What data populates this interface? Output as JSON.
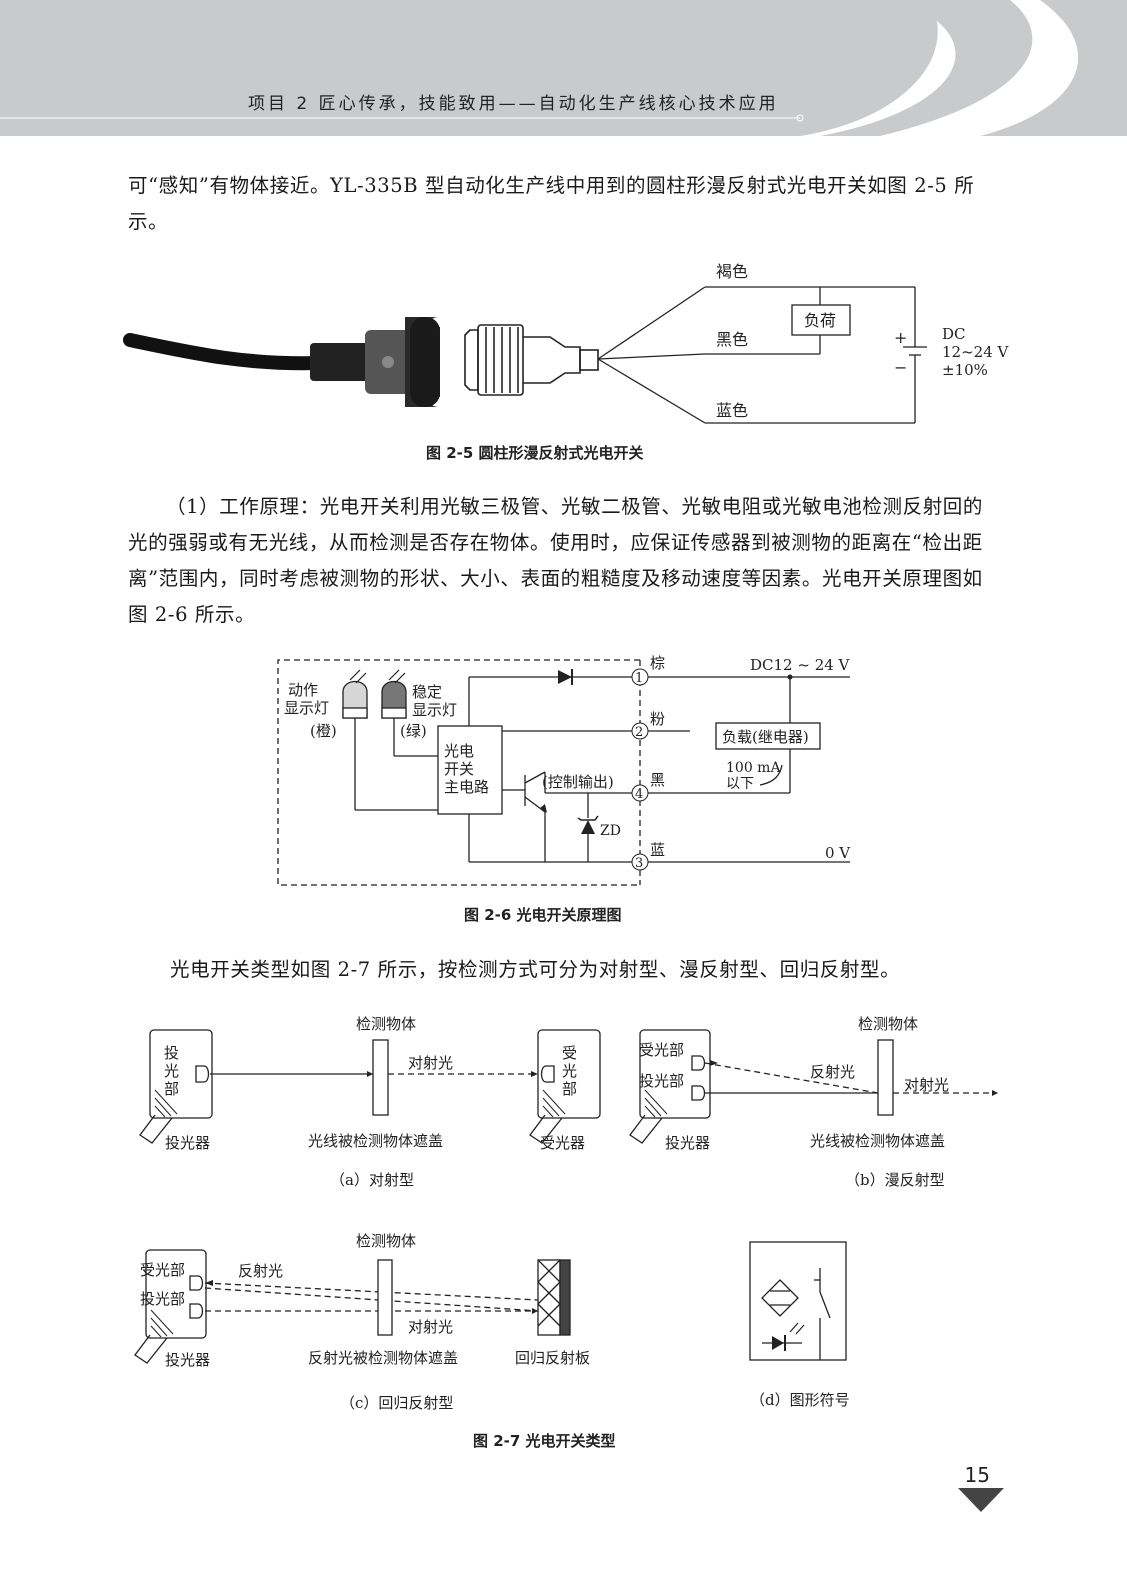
{
  "header": {
    "title": "项目 2   匠心传承，技能致用——自动化生产线核心技术应用"
  },
  "paragraphs": {
    "p1": "可“感知”有物体接近。YL-335B 型自动化生产线中用到的圆柱形漫反射式光电开关如图 2-5 所示。",
    "p2": "（1）工作原理：光电开关利用光敏三极管、光敏二极管、光敏电阻或光敏电池检测反射回的光的强弱或有无光线，从而检测是否存在物体。使用时，应保证传感器到被测物的距离在“检出距离”范围内，同时考虑被测物的形状、大小、表面的粗糙度及移动速度等因素。光电开关原理图如图 2-6 所示。",
    "p3": "光电开关类型如图 2-7 所示，按检测方式可分为对射型、漫反射型、回归反射型。"
  },
  "fig25": {
    "caption": "图 2-5    圆柱形漫反射式光电开关",
    "brown": "褐色",
    "black": "黑色",
    "blue": "蓝色",
    "load": "负荷",
    "dc": "DC",
    "dc_range": "12~24 V",
    "dc_tol": "±10%",
    "plus": "+",
    "minus": "−"
  },
  "fig26": {
    "caption": "图 2-6    光电开关原理图",
    "lamp1_a": "动作",
    "lamp1_b": "显示灯",
    "lamp1_c": "(橙)",
    "lamp2_a": "稳定",
    "lamp2_b": "显示灯",
    "lamp2_c": "(绿)",
    "main_a": "光电",
    "main_b": "开关",
    "main_c": "主电路",
    "control": "(控制输出)",
    "zd": "ZD",
    "t1": "1",
    "t2": "2",
    "t3": "3",
    "t4": "4",
    "c1": "棕",
    "c2": "粉",
    "c4": "黑",
    "c3": "蓝",
    "dc": "DC12 ~ 24 V",
    "load": "负载(继电器)",
    "current_a": "100 mA",
    "current_b": "以下",
    "zero": "0 V"
  },
  "fig27": {
    "caption": "图 2-7    光电开关类型",
    "a_title": "（a）对射型",
    "b_title": "（b）漫反射型",
    "c_title": "（c）回归反射型",
    "d_title": "（d）图形符号",
    "object": "检测物体",
    "emitter_part": [
      "投",
      "光",
      "部"
    ],
    "receiver_part": [
      "受",
      "光",
      "部"
    ],
    "emitter": "投光器",
    "receiver": "受光器",
    "through_beam": "对射光",
    "reflected": "反射光",
    "blocked": "光线被检测物体遮盖",
    "reflect_blocked": "反射光被检测物体遮盖",
    "receiver_label": "受光部",
    "emitter_label": "投光部",
    "reflector": "回归反射板"
  },
  "page_number": "15"
}
